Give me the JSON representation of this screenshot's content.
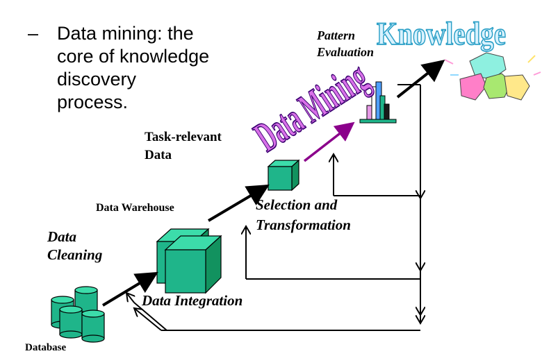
{
  "bullet": {
    "dash": "–",
    "text": "Data mining: the core of knowledge discovery process."
  },
  "labels": {
    "pattern_evaluation_1": "Pattern",
    "pattern_evaluation_2": "Evaluation",
    "task_relevant_1": "Task-relevant",
    "task_relevant_2": "Data",
    "data_warehouse": "Data Warehouse",
    "selection_1": "Selection and",
    "selection_2": "Transformation",
    "data_cleaning_1": "Data",
    "data_cleaning_2": "Cleaning",
    "data_integration": "Data Integration",
    "database": "Database"
  },
  "art": {
    "knowledge": "Knowledge",
    "data_mining": "Data Mining"
  },
  "icons": [
    "database-icon",
    "warehouse-cube-icon",
    "task-data-cube-icon",
    "bar-chart-icon",
    "gems-icon"
  ],
  "colors": {
    "cube": "#1fb58a",
    "cube_light": "#3cdcaa",
    "data_mining_fill": "#d870e8",
    "data_mining_stroke": "#3a0070",
    "knowledge_fill": "#d8f2ff",
    "knowledge_stroke": "#2a9fc6",
    "mining_arrow": "#8b008b",
    "line": "#000000"
  }
}
